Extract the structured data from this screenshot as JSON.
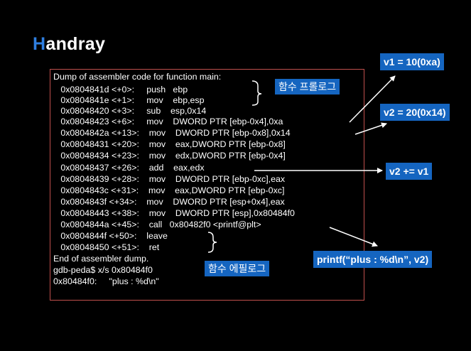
{
  "title": {
    "first_letter": "H",
    "rest": "andray"
  },
  "terminal": {
    "lines": [
      "Dump of assembler code for function main:",
      "   0x0804841d <+0>:     push   ebp",
      "   0x0804841e <+1>:     mov    ebp,esp",
      "   0x08048420 <+3>:     sub    esp,0x14",
      "   0x08048423 <+6>:     mov    DWORD PTR [ebp-0x4],0xa",
      "   0x0804842a <+13>:    mov    DWORD PTR [ebp-0x8],0x14",
      "   0x08048431 <+20>:    mov    eax,DWORD PTR [ebp-0x8]",
      "   0x08048434 <+23>:    mov    edx,DWORD PTR [ebp-0x4]",
      "   0x08048437 <+26>:    add    eax,edx",
      "   0x08048439 <+28>:    mov    DWORD PTR [ebp-0xc],eax",
      "   0x0804843c <+31>:    mov    eax,DWORD PTR [ebp-0xc]",
      "   0x0804843f <+34>:    mov    DWORD PTR [esp+0x4],eax",
      "   0x08048443 <+38>:    mov    DWORD PTR [esp],0x80484f0",
      "   0x0804844a <+45>:    call   0x80482f0 <printf@plt>",
      "   0x0804844f <+50>:    leave",
      "   0x08048450 <+51>:    ret",
      "End of assembler dump.",
      "gdb-peda$ x/s 0x80484f0",
      "0x80484f0:     \"plus : %d\\n\""
    ]
  },
  "callouts": {
    "prologue": "함수 프롤로그",
    "epilogue": "함수 에필로그",
    "v1": "v1 = 10(0xa)",
    "v2": "v2 = 20(0x14)",
    "v2_add": "v2 += v1",
    "printf": "printf(“plus : %d\\n”, v2)"
  },
  "colors": {
    "accent": "#2f7fe0",
    "callout_bg": "#1565c0",
    "terminal_border": "#c0504d",
    "background": "#000000"
  }
}
